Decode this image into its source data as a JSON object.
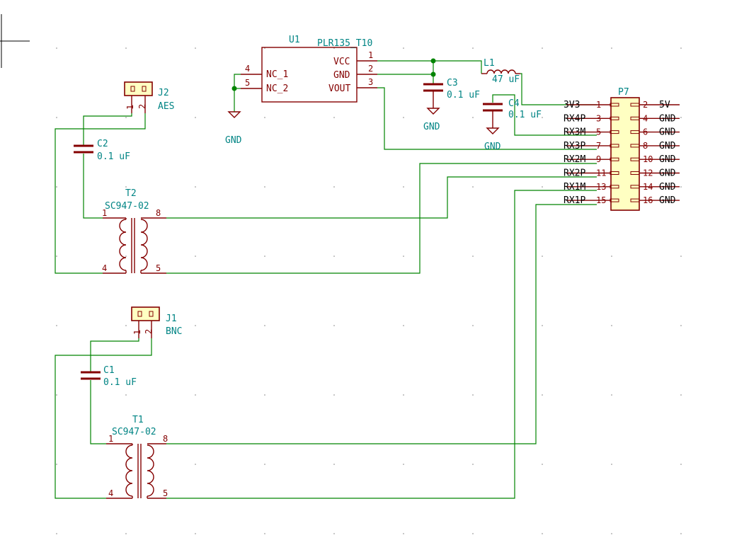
{
  "components": {
    "u1": {
      "ref": "U1",
      "value": "PLR135_T10",
      "pins": {
        "nc1_num": "4",
        "nc1_name": "NC_1",
        "nc2_num": "5",
        "nc2_name": "NC_2",
        "vcc_num": "1",
        "vcc_name": "VCC",
        "gnd_num": "2",
        "gnd_name": "GND",
        "vout_num": "3",
        "vout_name": "VOUT"
      }
    },
    "j2": {
      "ref": "J2",
      "value": "AES",
      "pin1": "1",
      "pin2": "2"
    },
    "j1": {
      "ref": "J1",
      "value": "BNC",
      "pin1": "1",
      "pin2": "2"
    },
    "c2": {
      "ref": "C2",
      "value": "0.1 uF"
    },
    "c1": {
      "ref": "C1",
      "value": "0.1 uF"
    },
    "c3": {
      "ref": "C3",
      "value": "0.1 uF"
    },
    "c4": {
      "ref": "C4",
      "value": "0.1 uF"
    },
    "l1": {
      "ref": "L1",
      "value": "47 uF"
    },
    "t2": {
      "ref": "T2",
      "value": "SC947-02",
      "p1": "1",
      "p4": "4",
      "p5": "5",
      "p8": "8"
    },
    "t1": {
      "ref": "T1",
      "value": "SC947-02",
      "p1": "1",
      "p4": "4",
      "p5": "5",
      "p8": "8"
    },
    "p7": {
      "ref": "P7",
      "left_pins": [
        {
          "num": "1",
          "net": "3V3"
        },
        {
          "num": "3",
          "net": "RX4P"
        },
        {
          "num": "5",
          "net": "RX3M"
        },
        {
          "num": "7",
          "net": "RX3P"
        },
        {
          "num": "9",
          "net": "RX2M"
        },
        {
          "num": "11",
          "net": "RX2P"
        },
        {
          "num": "13",
          "net": "RX1M"
        },
        {
          "num": "15",
          "net": "RX1P"
        }
      ],
      "right_pins": [
        {
          "num": "2",
          "net": "5V"
        },
        {
          "num": "4",
          "net": "GND"
        },
        {
          "num": "6",
          "net": "GND"
        },
        {
          "num": "8",
          "net": "GND"
        },
        {
          "num": "10",
          "net": "GND"
        },
        {
          "num": "12",
          "net": "GND"
        },
        {
          "num": "14",
          "net": "GND"
        },
        {
          "num": "16",
          "net": "GND"
        }
      ]
    }
  },
  "power": {
    "gnd_u1": "GND",
    "gnd_c3": "GND",
    "gnd_c4": "GND"
  }
}
